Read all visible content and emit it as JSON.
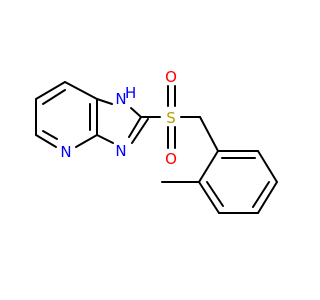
{
  "molecule": {
    "atoms": {
      "nh": {
        "label": "NH",
        "n": "N",
        "h": "H",
        "color": "#0000ff"
      },
      "n_imid": {
        "label": "N",
        "color": "#0000ff"
      },
      "n_pyr": {
        "label": "N",
        "color": "#0000ff"
      },
      "s": {
        "label": "S",
        "color": "#b3a100"
      },
      "o_top": {
        "label": "O",
        "color": "#ff0000"
      },
      "o_bottom": {
        "label": "O",
        "color": "#ff0000"
      }
    },
    "bond_color": "#000000"
  }
}
